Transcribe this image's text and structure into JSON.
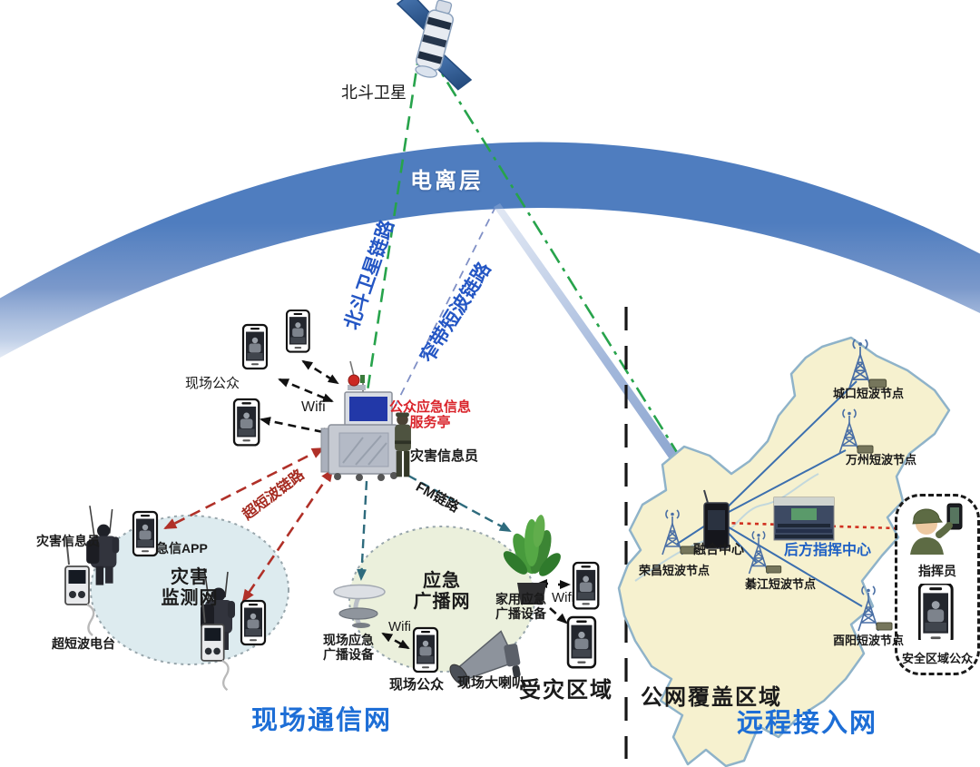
{
  "satellite": {
    "label": "北斗卫星"
  },
  "ionosphere": {
    "label": "电离层"
  },
  "links": {
    "beidou": "北斗卫星链路",
    "narrowband": "窄带短波链路",
    "uhf": "超短波链路",
    "fm": "FM链路",
    "wifi": "Wifi"
  },
  "site": {
    "public_label": "现场公众",
    "kiosk_title_line1": "公众应急信息",
    "kiosk_title_line2": "服务亭",
    "informer_label": "灾害信息员"
  },
  "monitoring_net": {
    "title_line1": "灾害",
    "title_line2": "监测网",
    "informer_label": "灾害信息员",
    "app_label": "急信APP",
    "radio_label": "超短波电台"
  },
  "broadcast_net": {
    "title_line1": "应急",
    "title_line2": "广播网",
    "site_device_line1": "现场应急",
    "site_device_line2": "广播设备",
    "public_label": "现场公众",
    "horn_label": "现场大喇叭",
    "home_device_line1": "家用应急",
    "home_device_line2": "广播设备"
  },
  "zones": {
    "disaster_area": "受灾区域",
    "site_network": "现场通信网",
    "public_coverage": "公网覆盖区域",
    "remote_network": "远程接入网"
  },
  "map": {
    "hub_label": "融合中心",
    "command_center_label": "后方指挥中心",
    "nodes": [
      {
        "label": "城口短波节点"
      },
      {
        "label": "万州短波节点"
      },
      {
        "label": "荣昌短波节点"
      },
      {
        "label": "綦江短波节点"
      },
      {
        "label": "酉阳短波节点"
      }
    ]
  },
  "commander_box": {
    "commander_label": "指挥员",
    "public_label": "安全区域公众"
  },
  "colors": {
    "link_green": "#27a34b",
    "link_blue_text": "#2456c4",
    "narrowband_line": "#8090c6",
    "uhf_red": "#a52a20",
    "teal_arrow": "#2e6b7d",
    "accent_blue": "#1d6ed6",
    "alert_red": "#d9232a"
  }
}
